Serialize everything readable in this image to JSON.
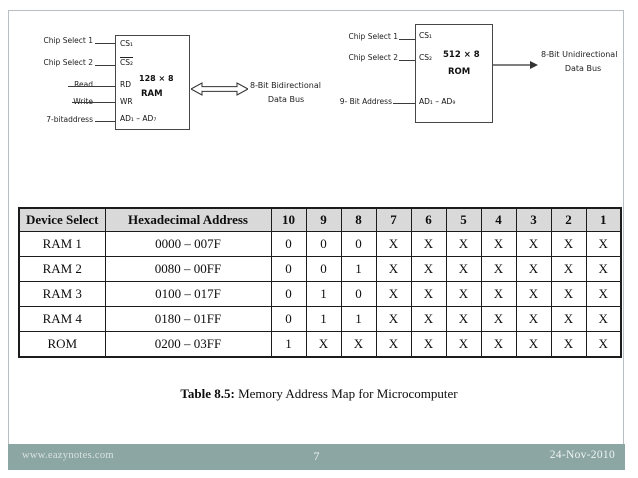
{
  "footer": {
    "website": "www.eazynotes.com",
    "page_number": "7",
    "date": "24-Nov-2010"
  },
  "colors": {
    "footer_bar": "#8ca6a3",
    "table_header_bg": "#d9d9d9",
    "frame_border": "#b7bfc4"
  },
  "ram_diagram": {
    "inputs": [
      "Chip Select 1",
      "Chip Select 2",
      "Read",
      "Write",
      "7-bitaddress"
    ],
    "pins": [
      {
        "text": "CS₁",
        "overline": false
      },
      {
        "text": "CS₂",
        "overline": true
      },
      {
        "text": "RD",
        "overline": false
      },
      {
        "text": "WR",
        "overline": false
      },
      {
        "text": "AD₁ – AD₇",
        "overline": false
      }
    ],
    "size_label": "128 × 8",
    "name": "RAM",
    "bus_line1": "8-Bit Bidirectional",
    "bus_line2": "Data Bus"
  },
  "rom_diagram": {
    "inputs": [
      "Chip Select 1",
      "Chip Select 2",
      "9- Bit Address"
    ],
    "pins": [
      {
        "text": "CS₁",
        "overline": false
      },
      {
        "text": "CS₂",
        "overline": false
      },
      {
        "text": "AD₁ – AD₉",
        "overline": false
      }
    ],
    "size_label": "512 × 8",
    "name": "ROM",
    "bus_line1": "8-Bit Unidirectional",
    "bus_line2": "Data Bus"
  },
  "table": {
    "headers": [
      "Device Select",
      "Hexadecimal Address",
      "10",
      "9",
      "8",
      "7",
      "6",
      "5",
      "4",
      "3",
      "2",
      "1"
    ],
    "rows": [
      [
        "RAM 1",
        "0000 – 007F",
        "0",
        "0",
        "0",
        "X",
        "X",
        "X",
        "X",
        "X",
        "X",
        "X"
      ],
      [
        "RAM 2",
        "0080 – 00FF",
        "0",
        "0",
        "1",
        "X",
        "X",
        "X",
        "X",
        "X",
        "X",
        "X"
      ],
      [
        "RAM 3",
        "0100 – 017F",
        "0",
        "1",
        "0",
        "X",
        "X",
        "X",
        "X",
        "X",
        "X",
        "X"
      ],
      [
        "RAM 4",
        "0180 – 01FF",
        "0",
        "1",
        "1",
        "X",
        "X",
        "X",
        "X",
        "X",
        "X",
        "X"
      ],
      [
        "ROM",
        "0200 – 03FF",
        "1",
        "X",
        "X",
        "X",
        "X",
        "X",
        "X",
        "X",
        "X",
        "X"
      ]
    ],
    "caption_label": "Table 8.5:",
    "caption_text": " Memory Address Map for Microcomputer"
  }
}
